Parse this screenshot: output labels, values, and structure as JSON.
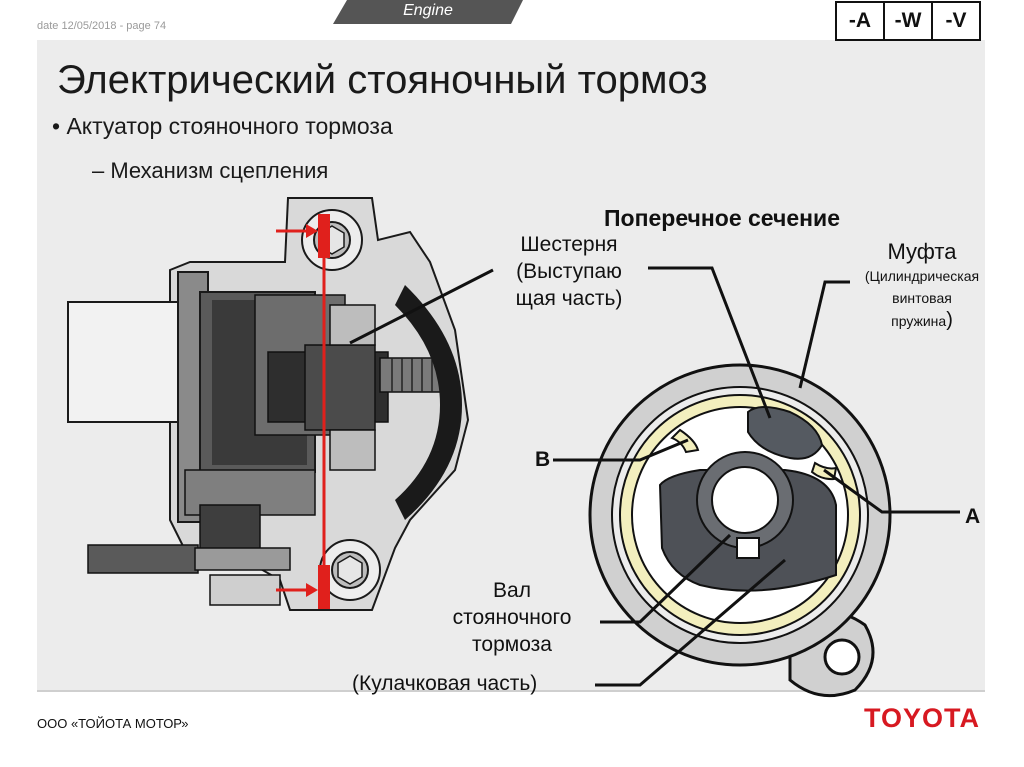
{
  "header": {
    "date": "date 12/05/2018 - page 74",
    "section_tab": "Engine",
    "variants": [
      "-A",
      "-W",
      "-V"
    ]
  },
  "slide": {
    "title": "Электрический стояночный тормоз",
    "bullet": "• Актуатор стояночного тормоза",
    "sub_bullet": "– Механизм сцепления"
  },
  "diagram": {
    "section_title": "Поперечное сечение",
    "gear_label": [
      "Шестерня",
      "(Выступаю",
      "щая часть)"
    ],
    "clutch_label": "Муфта",
    "clutch_sub_label": [
      "(Цилиндрическая",
      "винтовая",
      "пружина"
    ],
    "clutch_close": ")",
    "shaft_label": [
      "Вал",
      "стояночного",
      "тормоза"
    ],
    "cam_label": "(Кулачковая часть)",
    "marker_b": "B",
    "marker_a": "A"
  },
  "footer": {
    "company": "ООО «ТОЙОТА МОТОР»",
    "logo": "TOYOTA"
  },
  "colors": {
    "accent_red": "#e0201c",
    "logo_red": "#d71921",
    "spring_yellow": "#f3efbe",
    "panel_gray": "#ececec"
  }
}
